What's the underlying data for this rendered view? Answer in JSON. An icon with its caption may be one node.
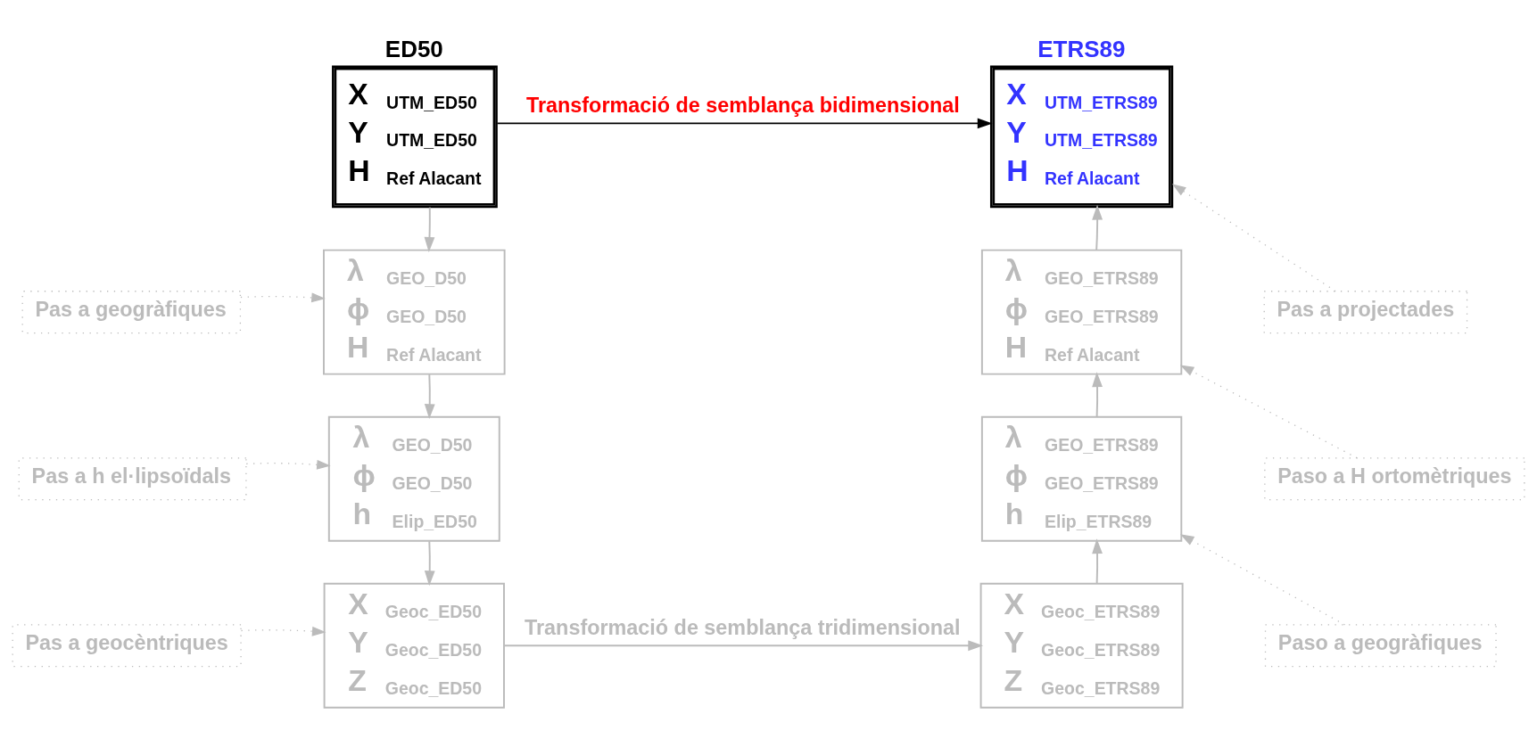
{
  "diagram": {
    "nodes": [
      {
        "text": [
          "ED50",
          "X UTM_ED50",
          "Y UTM_ED50",
          "H Ref Alacant"
        ]
      },
      {
        "text": [
          "ETRS89",
          "X UTM_ETRS89",
          "Y UTM_ETRS89",
          "H Ref Alacant"
        ]
      },
      {
        "text": [
          "Pas a geogràfiques"
        ]
      },
      {
        "text": [
          "λ GEO_D50",
          "ϕ GEO_D50",
          "H Ref Alacant"
        ]
      },
      {
        "text": [
          "Pas a projectades"
        ]
      },
      {
        "text": [
          "λ GEO_ETRS89",
          "ϕ GEO_ETRS89",
          "H Ref Alacant"
        ]
      },
      {
        "text": [
          "Pas a h el·lipsoïdals"
        ]
      },
      {
        "text": [
          "λ GEO_D50",
          "ϕ GEO_D50",
          "h Elip_ED50"
        ]
      },
      {
        "text": [
          "Paso a H ortomètriques"
        ]
      },
      {
        "text": [
          "λ GEO_ETRS89",
          "ϕ GEO_ETRS89",
          "h Elip_ETRS89"
        ]
      },
      {
        "text": [
          "Pas a geocèntriques"
        ]
      },
      {
        "text": [
          "X Geoc_ED50",
          "Y Geoc_ED50",
          "Z Geoc_ED50"
        ]
      },
      {
        "text": [
          "Paso a geogràfiques"
        ]
      },
      {
        "text": [
          "X Geoc_ETRS89",
          "Y Geoc_ETRS89",
          "Z Geoc_ETRS89"
        ]
      }
    ],
    "edges": [
      {
        "from": 0,
        "to": 1,
        "arrow": "to",
        "label": "Transformació de semblança bidimensional",
        "color": "#000000"
      },
      {
        "from": 0,
        "to": 3,
        "arrow": "to"
      },
      {
        "from": 3,
        "to": 7,
        "arrow": "to"
      },
      {
        "from": 7,
        "to": 11,
        "arrow": "to"
      },
      {
        "from": 2,
        "to": 3,
        "arrow": "to",
        "style": "dashed"
      },
      {
        "from": 6,
        "to": 7,
        "arrow": "to",
        "style": "dashed"
      },
      {
        "from": 10,
        "to": 11,
        "arrow": "to",
        "style": "dashed"
      },
      {
        "from": 13,
        "to": 9,
        "arrow": "to"
      },
      {
        "from": 9,
        "to": 5,
        "arrow": "to"
      },
      {
        "from": 5,
        "to": 1,
        "arrow": "to"
      },
      {
        "from": 4,
        "to": 1,
        "arrow": "to",
        "style": "dashed"
      },
      {
        "from": 8,
        "to": 5,
        "arrow": "to",
        "style": "dashed"
      },
      {
        "from": 12,
        "to": 9,
        "arrow": "to",
        "style": "dashed"
      },
      {
        "from": 11,
        "to": 13,
        "arrow": "to",
        "label": "Transformació de semblança tridimensional"
      }
    ]
  }
}
